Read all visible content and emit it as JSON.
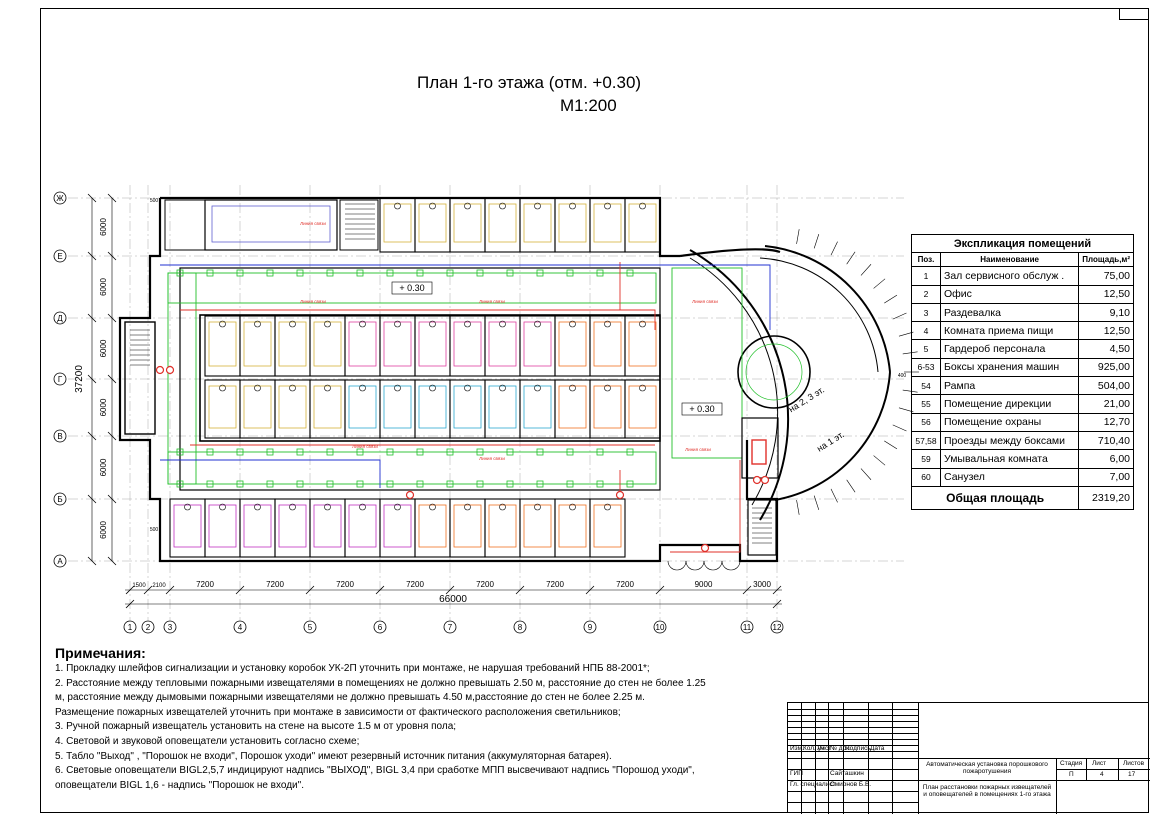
{
  "title": "План 1-го этажа (отм. +0.30)",
  "scale": "М1:200",
  "elevation_labels": [
    "+ 0.30",
    "+ 0.30"
  ],
  "ramp_labels": [
    "на 2, 3 эт.",
    "на 1 эт."
  ],
  "cable_label": "Линия связи",
  "axis_letters": [
    "Ж",
    "Е",
    "Д",
    "Г",
    "В",
    "Б",
    "А"
  ],
  "axis_numbers": [
    "1",
    "2",
    "3",
    "4",
    "5",
    "6",
    "7",
    "8",
    "9",
    "10",
    "11",
    "12"
  ],
  "vertical_dims": [
    "6000",
    "6000",
    "6000",
    "6000",
    "6000",
    "6000"
  ],
  "vertical_total": "37200",
  "horizontal_dims": [
    "1500",
    "2100",
    "7200",
    "7200",
    "7200",
    "7200",
    "7200",
    "7200",
    "7200",
    "9000",
    "3000"
  ],
  "horizontal_total": "66000",
  "small_dims": [
    "500",
    "500",
    "400"
  ],
  "explication": {
    "title": "Экспликация помещений",
    "col_pos": "Поз.",
    "col_name": "Наименование",
    "col_area": "Площадь,м²",
    "rows": [
      {
        "pos": "1",
        "name": "Зал сервисного обслуж .",
        "area": "75,00"
      },
      {
        "pos": "2",
        "name": "Офис",
        "area": "12,50"
      },
      {
        "pos": "3",
        "name": "Раздевалка",
        "area": "9,10"
      },
      {
        "pos": "4",
        "name": "Комната приема пищи",
        "area": "12,50"
      },
      {
        "pos": "5",
        "name": "Гардероб персонала",
        "area": "4,50"
      },
      {
        "pos": "6-53",
        "name": "Боксы хранения машин",
        "area": "925,00"
      },
      {
        "pos": "54",
        "name": "Рампа",
        "area": "504,00"
      },
      {
        "pos": "55",
        "name": "Помещение дирекции",
        "area": "21,00"
      },
      {
        "pos": "56",
        "name": "Помещение охраны",
        "area": "12,70"
      },
      {
        "pos": "57,58",
        "name": "Проезды между боксами",
        "area": "710,40"
      },
      {
        "pos": "59",
        "name": "Умывальная комната",
        "area": "6,00"
      },
      {
        "pos": "60",
        "name": "Санузел",
        "area": "7,00"
      }
    ],
    "total_label": "Общая площадь",
    "total_value": "2319,20"
  },
  "notes": {
    "heading": "Примечания:",
    "lines": [
      "1.  Прокладку шлейфов сигнализации и установку коробок  УК-2П уточнить при монтаже, не нарушая требований НПБ 88-2001*;",
      "2.  Расстояние между тепловыми пожарными извещателями в помещениях не должно превышать 2.50 м, расстояние до стен не более 1.25",
      "м, расстояние между дымовыми пожарными извещателями не должно превышать 4.50 м,расстояние до стен не более 2.25 м.",
      "     Размещение  пожарных извещателей уточнить при монтаже в зависимости от фактического расположения светильников;",
      "3.  Ручной пожарный извещатель установить на стене на высоте 1.5 м от уровня пола;",
      "4.  Световой и звуковой оповещатели установить согласно схеме;",
      "5. Табло \"Выход\" , \"Порошок не входи\", Порошок уходи\" имеют резервный источник питания (аккумуляторная батарея).",
      "6. Световые оповещатели BIGL2,5,7 индицируют надпись \"ВЫХОД\", BIGL 3,4 при сработке МПП высвечивают надпись \"Порошод уходи\",",
      "оповещатели BIGL 1,6 - надпись \"Порошок не входи\"."
    ]
  },
  "stamp": {
    "header_cols": [
      "Изм.",
      "Кол. уч",
      "Лист",
      "№ док.",
      "Подпись",
      "Дата"
    ],
    "gip_label": "ГИП",
    "gip_name": "Сайташкин",
    "spec_label": "Гл. специалист",
    "spec_name": "Смирнов Б.В.",
    "project": "Автоматическая установка порошкового пожаротушения",
    "sheet_title": "План расстановки пожарных извещателей и оповещателей в помещениях 1-го этажа",
    "stage_label": "Стадия",
    "sheet_label": "Лист",
    "sheets_label": "Листов",
    "stage": "П",
    "sheet": "4",
    "sheets": "17"
  },
  "colors": {
    "detector_line_green": "#22c02a",
    "cable_red": "#e0302a",
    "cable_blue": "#2030d0",
    "room_yellow": "#d6b23a",
    "room_pink": "#e040a0",
    "room_cyan": "#2aa8d0",
    "room_orange": "#f07020",
    "room_purple": "#c030c0"
  }
}
